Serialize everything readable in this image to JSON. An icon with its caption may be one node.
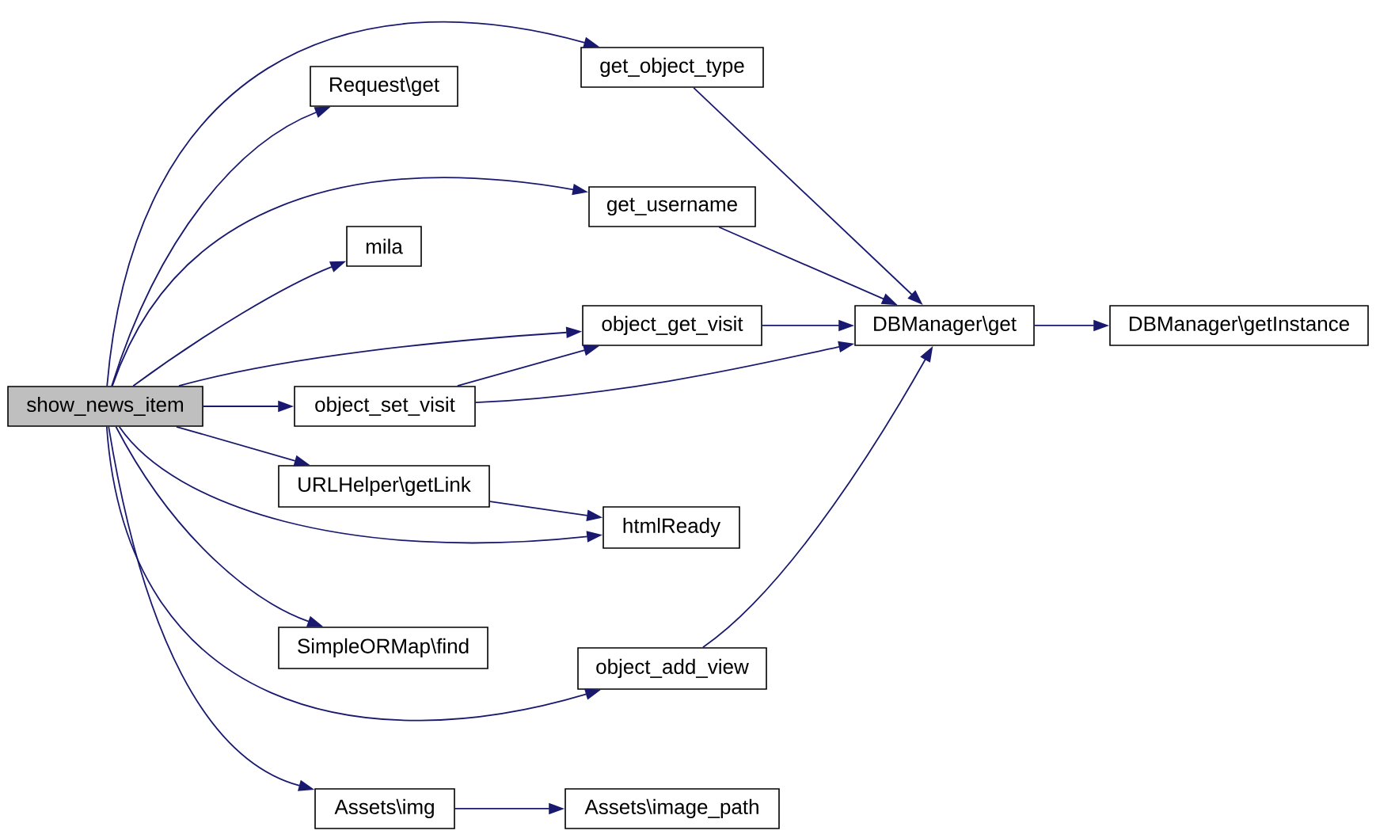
{
  "diagram": {
    "nodes": [
      {
        "text": [
          "show_news_item"
        ]
      },
      {
        "text": [
          "get_object_type"
        ]
      },
      {
        "text": [
          "Request\\get"
        ]
      },
      {
        "text": [
          "get_username"
        ]
      },
      {
        "text": [
          "mila"
        ]
      },
      {
        "text": [
          "object_get_visit"
        ]
      },
      {
        "text": [
          "object_set_visit"
        ]
      },
      {
        "text": [
          "URLHelper\\getLink"
        ]
      },
      {
        "text": [
          "htmlReady"
        ]
      },
      {
        "text": [
          "SimpleORMap\\find"
        ]
      },
      {
        "text": [
          "object_add_view"
        ]
      },
      {
        "text": [
          "Assets\\img"
        ]
      },
      {
        "text": [
          "Assets\\image_path"
        ]
      },
      {
        "text": [
          "DBManager\\get"
        ]
      },
      {
        "text": [
          "DBManager\\getInstance"
        ]
      }
    ],
    "edges": [
      {
        "from": 0,
        "to": 1,
        "arrow": "to"
      },
      {
        "from": 0,
        "to": 2,
        "arrow": "to"
      },
      {
        "from": 0,
        "to": 3,
        "arrow": "to"
      },
      {
        "from": 0,
        "to": 4,
        "arrow": "to"
      },
      {
        "from": 0,
        "to": 5,
        "arrow": "to"
      },
      {
        "from": 0,
        "to": 6,
        "arrow": "to"
      },
      {
        "from": 0,
        "to": 7,
        "arrow": "to"
      },
      {
        "from": 0,
        "to": 8,
        "arrow": "to"
      },
      {
        "from": 0,
        "to": 9,
        "arrow": "to"
      },
      {
        "from": 0,
        "to": 10,
        "arrow": "to"
      },
      {
        "from": 0,
        "to": 11,
        "arrow": "to"
      },
      {
        "from": 1,
        "to": 13,
        "arrow": "to"
      },
      {
        "from": 3,
        "to": 13,
        "arrow": "to"
      },
      {
        "from": 5,
        "to": 13,
        "arrow": "to"
      },
      {
        "from": 6,
        "to": 5,
        "arrow": "to"
      },
      {
        "from": 6,
        "to": 13,
        "arrow": "to"
      },
      {
        "from": 7,
        "to": 8,
        "arrow": "to"
      },
      {
        "from": 10,
        "to": 13,
        "arrow": "to"
      },
      {
        "from": 11,
        "to": 12,
        "arrow": "to"
      },
      {
        "from": 13,
        "to": 14,
        "arrow": "to"
      }
    ]
  }
}
